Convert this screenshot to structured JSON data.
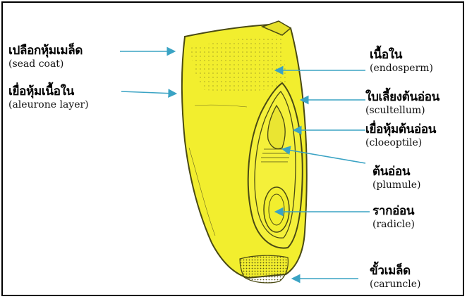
{
  "labels": [
    {
      "thai": "เปลือกหุ้มเมล็ด",
      "english": "(sead coat)"
    },
    {
      "thai": "เยื่อหุ้มเนื้อใน",
      "english": "(aleurone layer)"
    },
    {
      "thai": "เนื้อใน",
      "english": "(endosperm)"
    },
    {
      "thai": "ใบเลี้ยงต้นอ่อน",
      "english": "(scultellum)"
    },
    {
      "thai": "เยื่อหุ้มต้นอ่อน",
      "english": "(cloeoptile)"
    },
    {
      "thai": "ต้นอ่อน",
      "english": "(plumule)"
    },
    {
      "thai": "รากอ่อน",
      "english": "(radicle)"
    },
    {
      "thai": "ขั้วเมล็ด",
      "english": "(caruncle)"
    }
  ],
  "colors": {
    "kernel": "#f2ee2e",
    "arrow": "#3aa3c4",
    "outline": "#4a4a14"
  }
}
